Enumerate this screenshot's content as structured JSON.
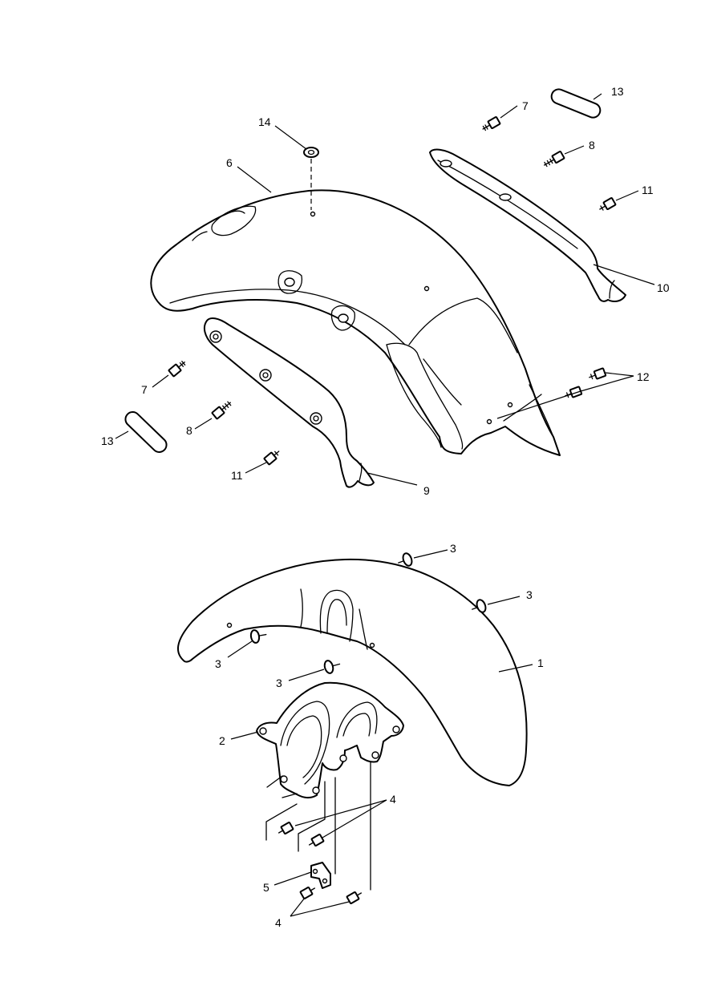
{
  "callouts": {
    "c1": "1",
    "c2": "2",
    "c3a": "3",
    "c3b": "3",
    "c3c": "3",
    "c3d": "3",
    "c4a": "4",
    "c4b": "4",
    "c5": "5",
    "c6": "6",
    "c7a": "7",
    "c7b": "7",
    "c8a": "8",
    "c8b": "8",
    "c9": "9",
    "c10": "10",
    "c11a": "11",
    "c11b": "11",
    "c12": "12",
    "c13a": "13",
    "c13b": "13",
    "c14": "14"
  },
  "colors": {
    "line": "#000000",
    "background": "#ffffff"
  },
  "icons": [
    "bolt-icon",
    "washer-icon",
    "badge-icon"
  ]
}
